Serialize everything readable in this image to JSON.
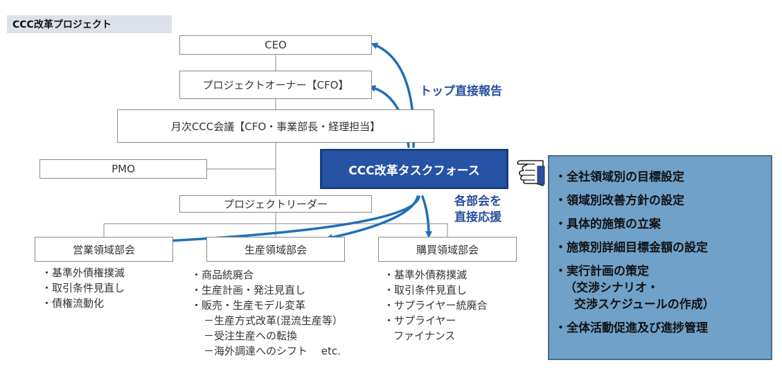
{
  "title": "CCC改革プロジェクト",
  "org": {
    "ceo": "CEO",
    "owner": "プロジェクトオーナー【CFO】",
    "meeting": "月次CCC会議【CFO・事業部長・経理担当】",
    "pmo": "PMO",
    "leader": "プロジェクトリーダー",
    "taskforce": "CCC改革タスクフォース"
  },
  "labels": {
    "top_report": "トップ直接報告",
    "support_line1": "各部会を",
    "support_line2": "直接応援"
  },
  "departments": [
    {
      "name": "営業領域部会",
      "bullets": [
        "・基準外債権撲滅",
        "・取引条件見直し",
        "・債権流動化"
      ]
    },
    {
      "name": "生産領域部会",
      "bullets": [
        "・商品統廃合",
        "・生産計画・発注見直し",
        "・販売・生産モデル変革",
        "－生産方式改革(混流生産等）",
        "－受注生産への転換",
        "－海外調達へのシフト　 etc."
      ]
    },
    {
      "name": "購買領域部会",
      "bullets": [
        "・基準外債務撲滅",
        "・取引条件見直し",
        "・サプライヤー統廃合",
        "・サプライヤー",
        "ファイナンス"
      ]
    }
  ],
  "tasks": [
    "・全社領域別の目標設定",
    "・領域別改善方針の設定",
    "・具体的施策の立案",
    "・施策別詳細目標金額の設定",
    "・実行計画の策定",
    "（交渉シナリオ・",
    "交渉スケジュールの作成）",
    "・全体活動促進及び進捗管理"
  ],
  "icons": {
    "pointer": "pointing-hand-icon"
  },
  "colors": {
    "taskforce": "#2753a4",
    "arrow": "#1f6fb8",
    "sidebox": "#6fa1c9",
    "label": "#2a4f9e"
  }
}
